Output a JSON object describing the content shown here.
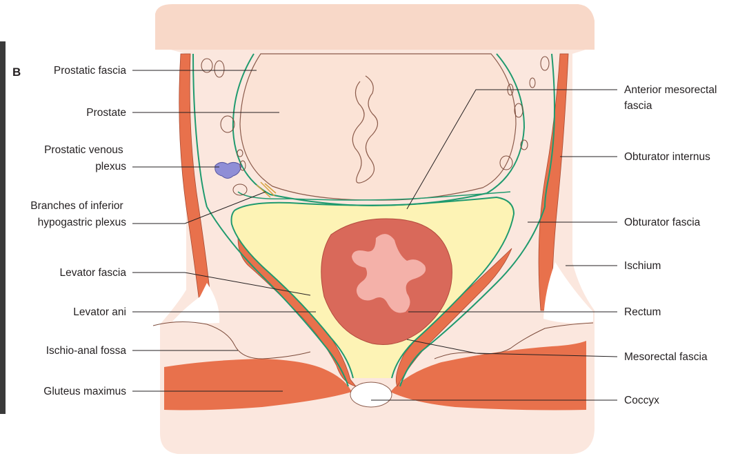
{
  "figure": {
    "panel_letter": "B",
    "colors": {
      "background_tissue": "#fbe7de",
      "muscle": "#e8714c",
      "muscle_dark": "#c95a3a",
      "fat": "#fdf3b5",
      "fascia_line": "#1f9a6e",
      "rectum_wall": "#d9695a",
      "rectum_mucosa": "#f4b1a9",
      "venous_plexus": "#8f8ed6",
      "nerve": "#d6a13c",
      "outline": "#7b4a3a"
    },
    "labels_left": [
      {
        "id": "prostatic-fascia",
        "text": "Prostatic fascia"
      },
      {
        "id": "prostate",
        "text": "Prostate"
      },
      {
        "id": "prostatic-venous-plexus",
        "text": "Prostatic venous\nplexus"
      },
      {
        "id": "inferior-hypogastric-plexus",
        "text": "Branches of inferior\nhypogastric plexus"
      },
      {
        "id": "levator-fascia",
        "text": "Levator fascia"
      },
      {
        "id": "levator-ani",
        "text": "Levator ani"
      },
      {
        "id": "ischio-anal-fossa",
        "text": "Ischio-anal fossa"
      },
      {
        "id": "gluteus-maximus",
        "text": "Gluteus maximus"
      }
    ],
    "labels_right": [
      {
        "id": "anterior-mesorectal-fascia",
        "text": "Anterior mesorectal\nfascia"
      },
      {
        "id": "obturator-internus",
        "text": "Obturator internus"
      },
      {
        "id": "obturator-fascia",
        "text": "Obturator fascia"
      },
      {
        "id": "ischium",
        "text": "Ischium"
      },
      {
        "id": "rectum",
        "text": "Rectum"
      },
      {
        "id": "mesorectal-fascia",
        "text": "Mesorectal fascia"
      },
      {
        "id": "coccyx",
        "text": "Coccyx"
      }
    ]
  }
}
